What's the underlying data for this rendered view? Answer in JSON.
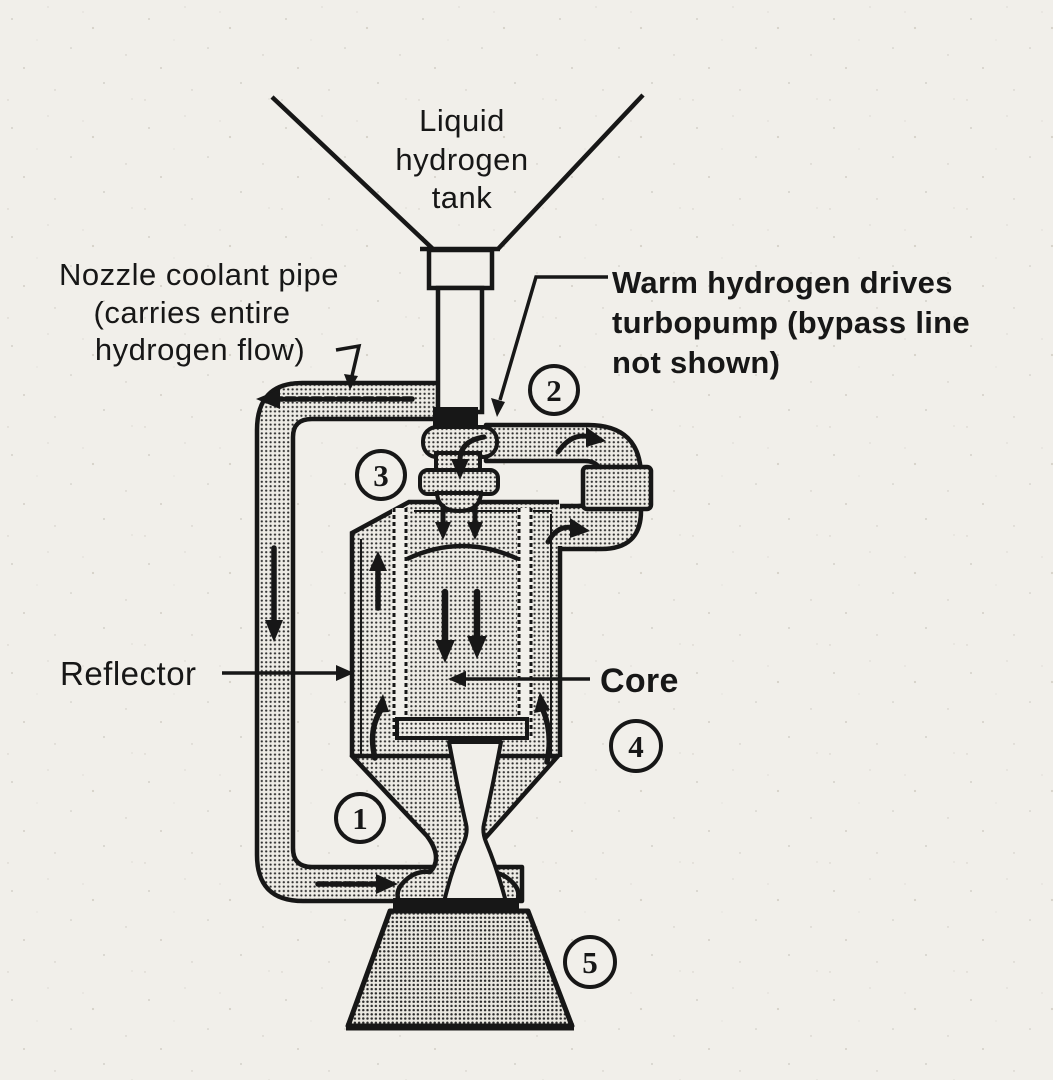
{
  "colors": {
    "paper": "#f1efea",
    "ink": "#171717",
    "halftone_dot": "#2e2e2e",
    "halftone_bg": "#edebe5"
  },
  "labels": {
    "tank": {
      "line1": "Liquid",
      "line2": "hydrogen",
      "line3": "tank"
    },
    "nozzle_coolant_pipe": {
      "line1": "Nozzle coolant pipe",
      "line2": "(carries entire",
      "line3": "hydrogen flow)"
    },
    "warm_hydrogen": {
      "line1": "Warm hydrogen drives",
      "line2": "turbopump (bypass line",
      "line3": "not shown)"
    },
    "reflector": "Reflector",
    "core": "Core"
  },
  "step_markers": [
    {
      "number": "1"
    },
    {
      "number": "2"
    },
    {
      "number": "3"
    },
    {
      "number": "4"
    },
    {
      "number": "5"
    }
  ]
}
